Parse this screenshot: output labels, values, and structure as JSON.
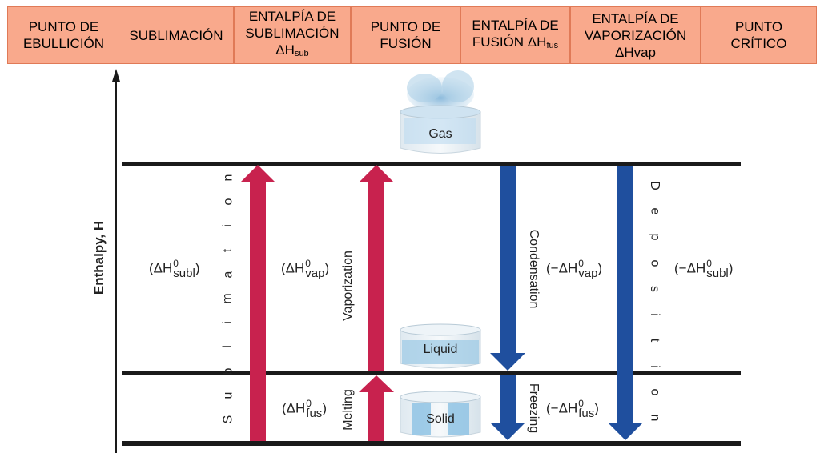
{
  "header_tabs": [
    {
      "label": "PUNTO DE\nEBULLICIÓN",
      "sub": ""
    },
    {
      "label": "SUBLIMACIÓN",
      "sub": ""
    },
    {
      "label": "ENTALPÍA DE\nSUBLIMACIÓN\nΔH",
      "sub": "sub"
    },
    {
      "label": "PUNTO DE\nFUSIÓN",
      "sub": ""
    },
    {
      "label": "ENTALPÍA DE\nFUSIÓN ΔH",
      "sub": "fus"
    },
    {
      "label": "ENTALPÍA DE\nVAPORIZACIÓN\nΔHvap",
      "sub": ""
    },
    {
      "label": "PUNTO\nCRÍTICO",
      "sub": ""
    }
  ],
  "diagram": {
    "y_axis_label": "Enthalpy, H",
    "states": {
      "gas": "Gas",
      "liquid": "Liquid",
      "solid": "Solid"
    },
    "processes": {
      "sublimation": "Sublimation",
      "vaporization": "Vaporization",
      "melting": "Melting",
      "condensation": "Condensation",
      "freezing": "Freezing",
      "deposition": "Deposition"
    },
    "enthalpy_labels": {
      "subl": {
        "prefix": "(ΔH",
        "sup": "0",
        "sub": "subl",
        "suffix": ")"
      },
      "vap": {
        "prefix": "(ΔH",
        "sup": "0",
        "sub": "vap",
        "suffix": ")"
      },
      "fus": {
        "prefix": "(ΔH",
        "sup": "0",
        "sub": "fus",
        "suffix": ")"
      },
      "neg_vap": {
        "prefix": "(−ΔH",
        "sup": "0",
        "sub": "vap",
        "suffix": ")"
      },
      "neg_fus": {
        "prefix": "(−ΔH",
        "sup": "0",
        "sub": "fus",
        "suffix": ")"
      },
      "neg_subl": {
        "prefix": "(−ΔH",
        "sup": "0",
        "sub": "subl",
        "suffix": ")"
      }
    },
    "colors": {
      "endothermic": "#c8224e",
      "exothermic": "#1f4f9e",
      "level_line": "#1a1a1a",
      "tab_fill": "#f9a98c",
      "tab_border": "#e07a57"
    }
  }
}
